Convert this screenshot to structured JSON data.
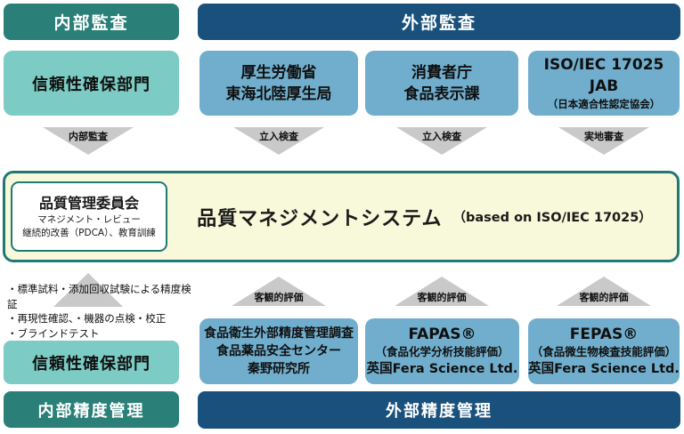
{
  "palette": {
    "dark_teal": "#2a7f79",
    "light_teal": "#7ccbc4",
    "navy": "#1a517c",
    "light_blue": "#71aecd",
    "cream": "#f8f8da",
    "border_teal": "#1e7a73",
    "arrow_gray": "#c9c9c9"
  },
  "headers": {
    "internal_audit": "内部監査",
    "external_audit": "外部監査",
    "internal_qc": "内部精度管理",
    "external_qc": "外部精度管理"
  },
  "internal": {
    "dept_top": "信頼性確保部門",
    "dept_bottom": "信頼性確保部門",
    "audit_arrow": "内部監査",
    "bullets": [
      "・標準試料・添加回収試験による精度検証",
      "・再現性確認、・機器の点検・校正",
      "・ブラインドテスト"
    ]
  },
  "external_auditors": [
    {
      "line1": "厚生労働省",
      "line2": "東海北陸厚生局",
      "arrow": "立入検査"
    },
    {
      "line1": "消費者庁",
      "line2": "食品表示課",
      "arrow": "立入検査"
    },
    {
      "line1": "ISO/IEC 17025",
      "line2": "JAB",
      "line3": "（日本適合性認定協会）",
      "arrow": "実地審査"
    }
  ],
  "qms": {
    "committee_title": "品質管理委員会",
    "committee_line2": "マネジメント・レビュー",
    "committee_line3": "継続的改善（PDCA）、教育訓練",
    "title": "品質マネジメントシステム",
    "subtitle": "（based on ISO/IEC 17025）"
  },
  "eval_arrow_label": "客観的評価",
  "external_qc_providers": [
    {
      "line1": "食品衛生外部精度管理調査",
      "line2": "食品薬品安全センター",
      "line3": "秦野研究所"
    },
    {
      "line1": "FAPAS®",
      "line2": "（食品化学分析技能評価）",
      "line3": "英国Fera Science Ltd."
    },
    {
      "line1": "FEPAS®",
      "line2": "（食品微生物検査技能評価）",
      "line3": "英国Fera Science Ltd."
    }
  ]
}
